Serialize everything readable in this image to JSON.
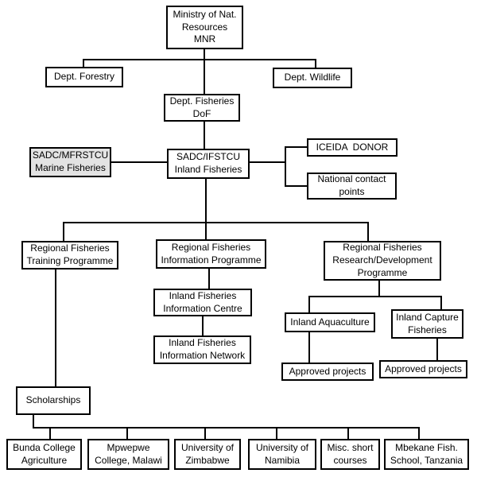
{
  "diagram": {
    "title": "SADC inland fisheries organisational chart",
    "colors": {
      "background": "#ffffff",
      "box_fill": "#ffffff",
      "box_border": "#000000",
      "shaded_box_fill": "#e3e3e3",
      "line": "#000000",
      "text": "#000000"
    },
    "nodes": {
      "ministry": {
        "label": "Ministry of Nat.\nResources\nMNR"
      },
      "forestry": {
        "label": "Dept. Forestry"
      },
      "wildlife": {
        "label": "Dept. Wildlife"
      },
      "dof": {
        "label": "Dept. Fisheries\nDoF"
      },
      "marine": {
        "label": "SADC/MFRSTCU\nMarine Fisheries"
      },
      "inland": {
        "label": "SADC/IFSTCU\nInland Fisheries"
      },
      "iceida": {
        "label": "ICEIDA  DONOR"
      },
      "national": {
        "label": "National contact\npoints"
      },
      "training": {
        "label": "Regional Fisheries\nTraining Programme"
      },
      "information": {
        "label": "Regional Fisheries\nInformation Programme"
      },
      "research": {
        "label": "Regional Fisheries\nResearch/Development\nProgramme"
      },
      "centre": {
        "label": "Inland Fisheries\nInformation Centre"
      },
      "network": {
        "label": "Inland Fisheries\nInformation Network"
      },
      "aquaculture": {
        "label": "Inland Aquaculture"
      },
      "capture": {
        "label": "Inland Capture\nFisheries"
      },
      "approved_aqua": {
        "label": "Approved projects"
      },
      "approved_capt": {
        "label": "Approved projects"
      },
      "scholarships": {
        "label": "Scholarships"
      },
      "bunda": {
        "label": "Bunda College\nAgriculture"
      },
      "mpwepwe": {
        "label": "Mpwepwe\nCollege, Malawi"
      },
      "zimbabwe": {
        "label": "University of\nZimbabwe"
      },
      "namibia": {
        "label": "University of\nNamibia"
      },
      "misc": {
        "label": "Misc. short\ncourses"
      },
      "mbekane": {
        "label": "Mbekane Fish.\nSchool, Tanzania"
      }
    },
    "edges": [
      [
        "ministry",
        "forestry"
      ],
      [
        "ministry",
        "dof"
      ],
      [
        "ministry",
        "wildlife"
      ],
      [
        "dof",
        "inland"
      ],
      [
        "marine",
        "inland"
      ],
      [
        "inland",
        "iceida"
      ],
      [
        "inland",
        "national"
      ],
      [
        "inland",
        "training"
      ],
      [
        "inland",
        "information"
      ],
      [
        "inland",
        "research"
      ],
      [
        "information",
        "centre"
      ],
      [
        "centre",
        "network"
      ],
      [
        "research",
        "aquaculture"
      ],
      [
        "research",
        "capture"
      ],
      [
        "aquaculture",
        "approved_aqua"
      ],
      [
        "capture",
        "approved_capt"
      ],
      [
        "training",
        "scholarships"
      ],
      [
        "scholarships",
        "bunda"
      ],
      [
        "scholarships",
        "mpwepwe"
      ],
      [
        "scholarships",
        "zimbabwe"
      ],
      [
        "scholarships",
        "namibia"
      ],
      [
        "scholarships",
        "misc"
      ],
      [
        "scholarships",
        "mbekane"
      ]
    ]
  }
}
